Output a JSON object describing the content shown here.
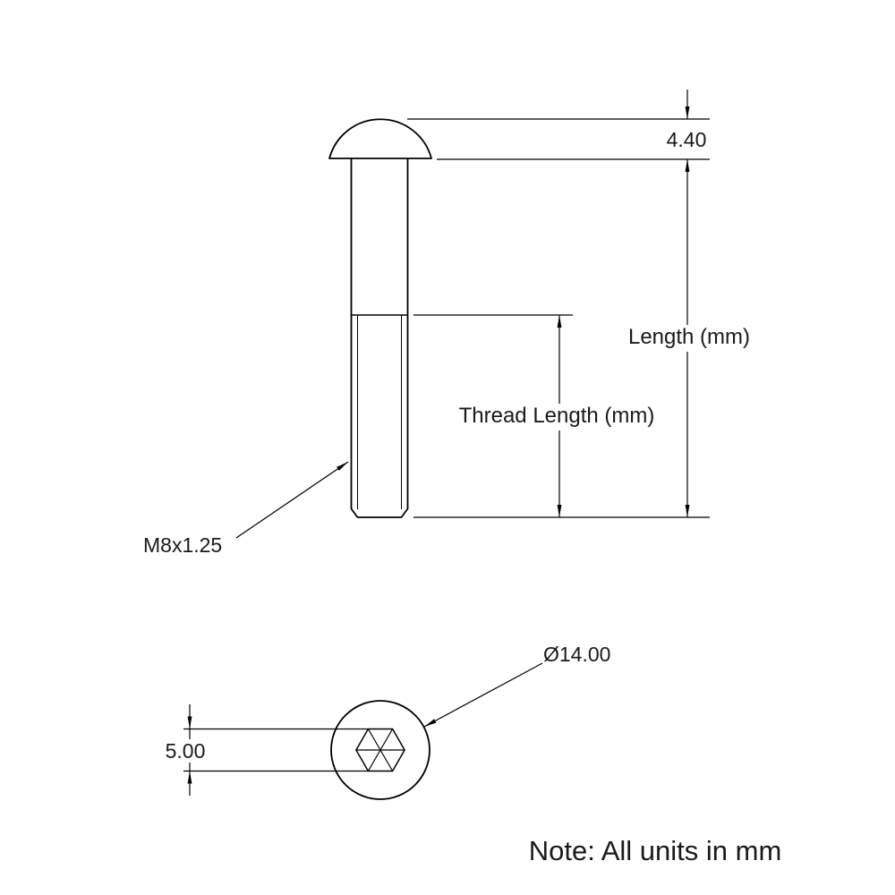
{
  "labels": {
    "head_height": "4.40",
    "overall_length": "Length (mm)",
    "thread_length": "Thread Length (mm)",
    "thread_spec": "M8x1.25",
    "head_diameter": "Ø14.00",
    "socket_size": "5.00",
    "note": "Note: All units in mm"
  },
  "colors": {
    "line": "#000000",
    "text": "#1a1a1a",
    "background": "#ffffff"
  }
}
